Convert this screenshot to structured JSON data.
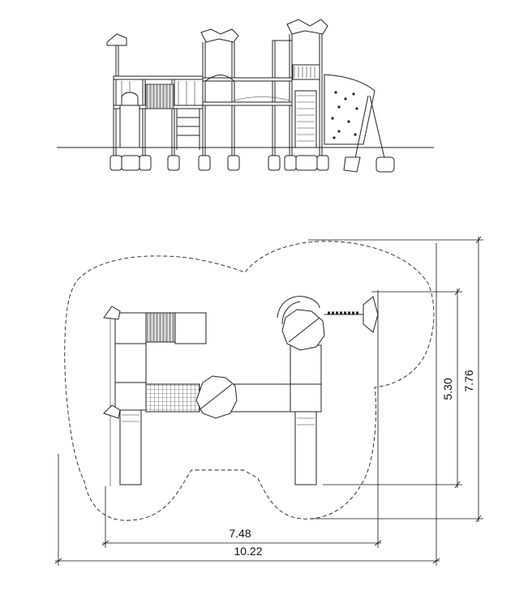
{
  "dimensions": {
    "inner_width": "7.48",
    "outer_width": "10.22",
    "inner_height": "5.30",
    "outer_height": "7.76"
  }
}
